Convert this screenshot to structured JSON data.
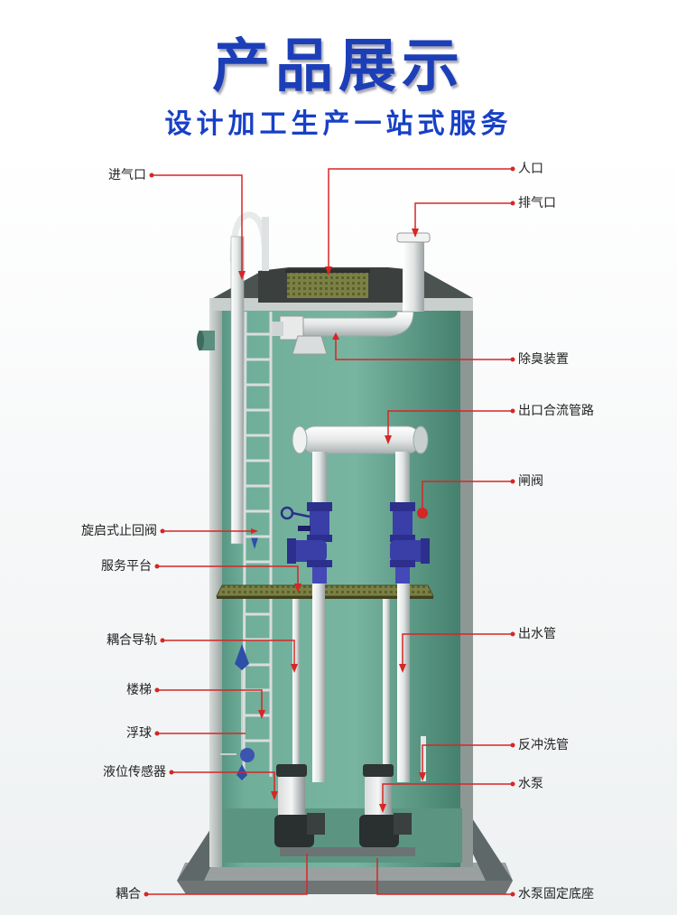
{
  "header": {
    "title": "产品展示",
    "subtitle": "设计加工生产一站式服务"
  },
  "labels": {
    "left": [
      "进气口",
      "旋启式止回阀",
      "服务平台",
      "耦合导轨",
      "楼梯",
      "浮球",
      "液位传感器",
      "耦合"
    ],
    "right": [
      "人口",
      "排气口",
      "除臭装置",
      "出口合流管路",
      "闸阀",
      "出水管",
      "反冲洗管",
      "水泵",
      "水泵固定底座"
    ]
  },
  "colors": {
    "title": "#1c3fb8",
    "subtitle": "#1740c6",
    "tank_green": "#6aa995",
    "callout_red": "#d62626",
    "valve_blue": "#2c2f8c"
  }
}
